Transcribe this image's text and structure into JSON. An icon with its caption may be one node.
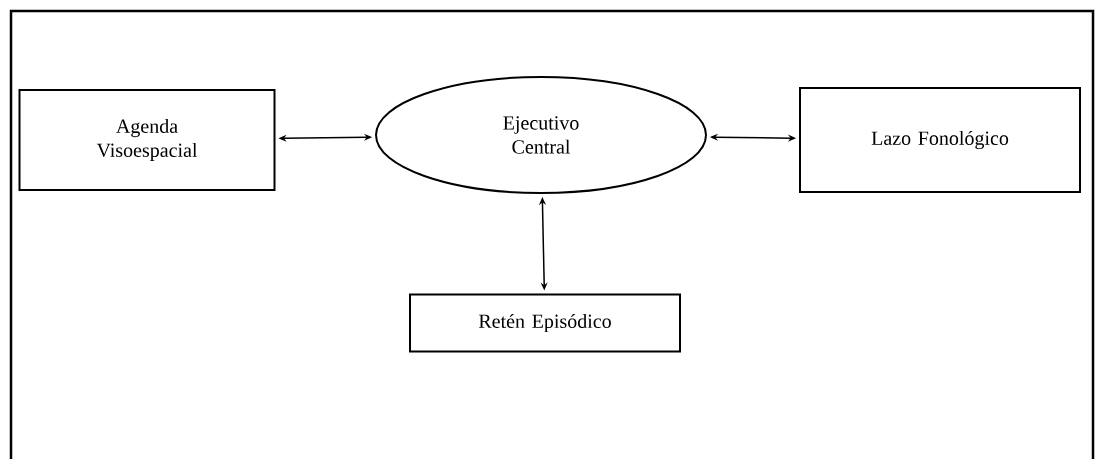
{
  "diagram": {
    "nodes": [
      {
        "text": [
          "Agenda Visoespacial"
        ]
      },
      {
        "text": [
          "Ejecutivo Central"
        ]
      },
      {
        "text": [
          "Lazo Fonológico"
        ]
      },
      {
        "text": [
          "Retén Episódico"
        ]
      }
    ],
    "edges": [
      {
        "from": 0,
        "to": 1,
        "arrow": "both"
      },
      {
        "from": 1,
        "to": 2,
        "arrow": "both"
      },
      {
        "from": 1,
        "to": 3,
        "arrow": "both"
      }
    ]
  }
}
